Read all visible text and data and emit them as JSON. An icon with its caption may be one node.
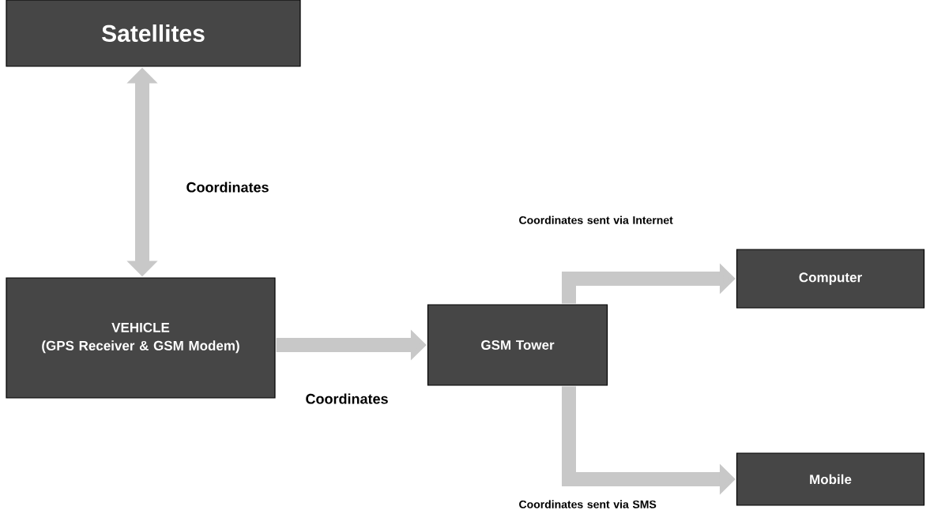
{
  "diagram": {
    "nodes": [
      {
        "text": [
          "Satellites"
        ]
      },
      {
        "text": [
          "VEHICLE",
          "(GPS Receiver & GSM Modem)"
        ]
      },
      {
        "text": [
          "GSM Tower"
        ]
      },
      {
        "text": [
          "Computer"
        ]
      },
      {
        "text": [
          "Mobile"
        ]
      }
    ],
    "edges": [
      {
        "from": 0,
        "to": 1,
        "arrow": "both",
        "label": "Coordinates"
      },
      {
        "from": 1,
        "to": 2,
        "arrow": "to",
        "label": "Coordinates"
      },
      {
        "from": 2,
        "to": 3,
        "arrow": "to",
        "label": "Coordinates sent via Internet"
      },
      {
        "from": 2,
        "to": 4,
        "arrow": "to",
        "label": "Coordinates sent via SMS"
      }
    ]
  }
}
